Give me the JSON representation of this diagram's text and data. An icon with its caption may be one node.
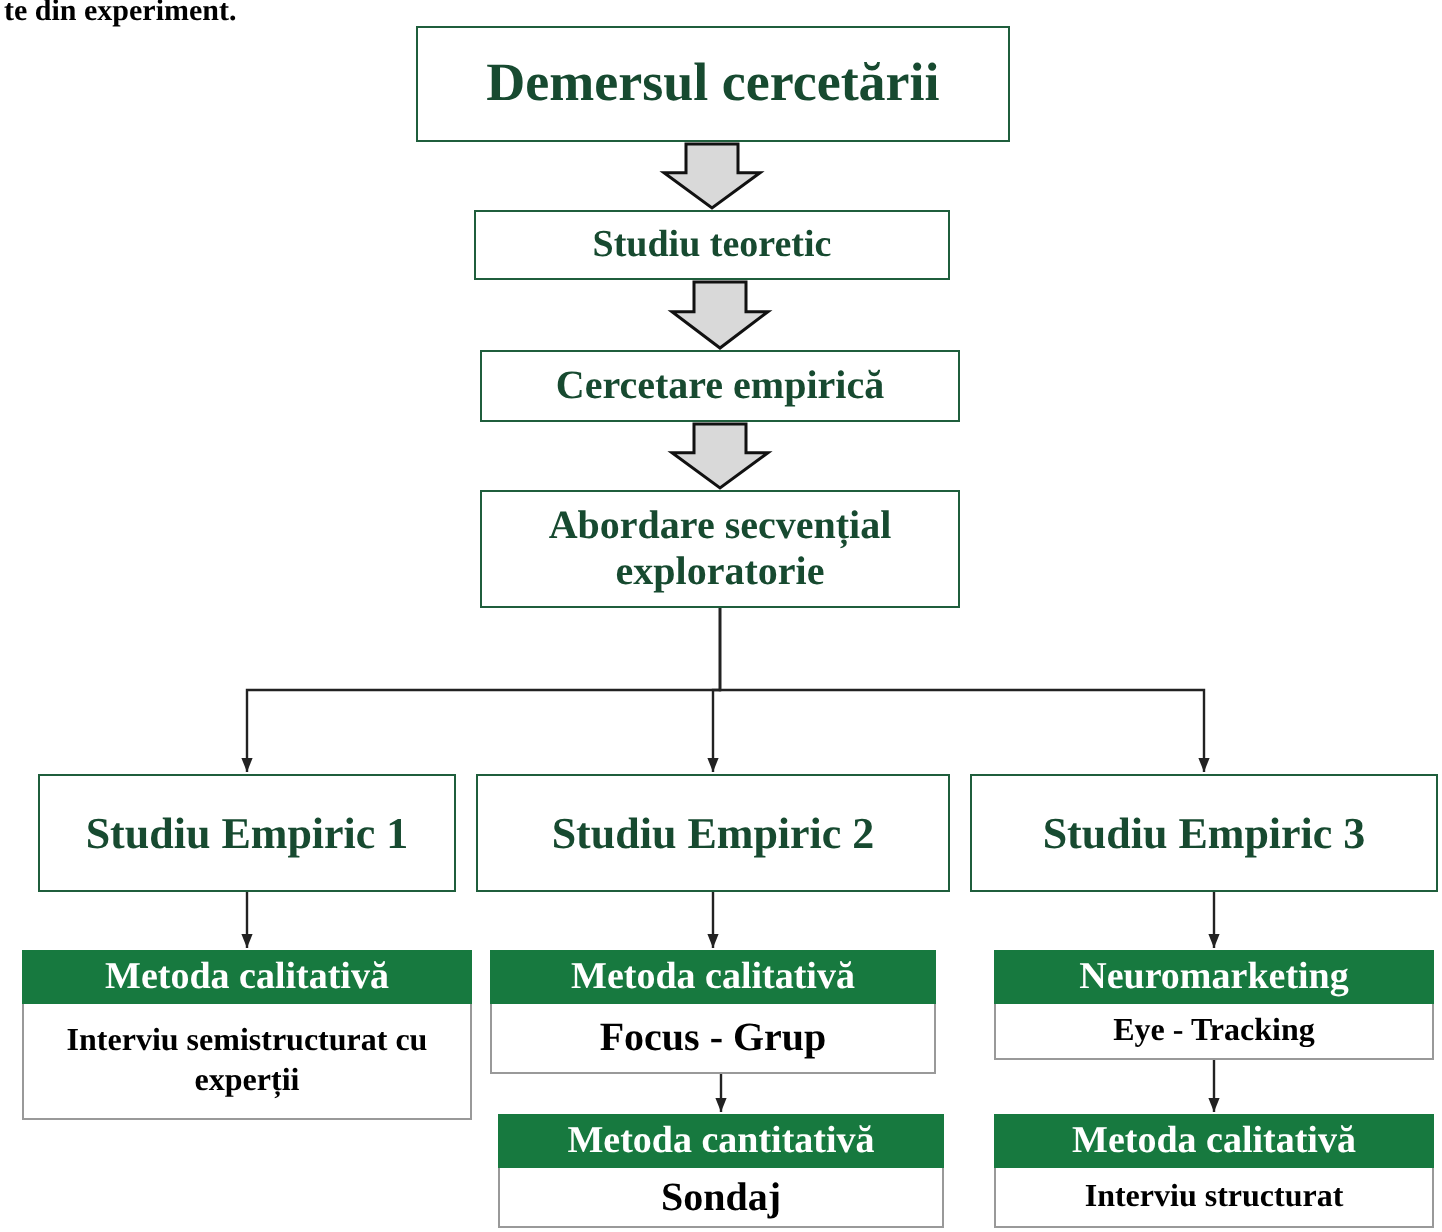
{
  "diagram": {
    "nodes": [
      {
        "text": [
          "Demersul cercetării"
        ]
      },
      {
        "text": [
          "Studiu teoretic"
        ]
      },
      {
        "text": [
          "Cercetare empirică"
        ]
      },
      {
        "text": [
          "Abordare secvențial exploratorie"
        ]
      },
      {
        "text": [
          "Studiu Empiric 1"
        ]
      },
      {
        "text": [
          "Studiu Empiric 2"
        ]
      },
      {
        "text": [
          "Studiu Empiric 3"
        ]
      },
      {
        "text": [
          "Metoda calitativă",
          "Interviu semistructurat cu experții"
        ]
      },
      {
        "text": [
          "Metoda calitativă",
          "Focus - Grup"
        ]
      },
      {
        "text": [
          "Metoda cantitativă",
          "Sondaj"
        ]
      },
      {
        "text": [
          "Neuromarketing",
          "Eye - Tracking"
        ]
      },
      {
        "text": [
          "Metoda calitativă",
          "Interviu structurat"
        ]
      }
    ],
    "edges": [
      {
        "from": 0,
        "to": 1,
        "arrow": "to",
        "style": "thick"
      },
      {
        "from": 1,
        "to": 2,
        "arrow": "to",
        "style": "thick"
      },
      {
        "from": 2,
        "to": 3,
        "arrow": "to",
        "style": "thick"
      },
      {
        "from": 3,
        "to": 4,
        "arrow": "to"
      },
      {
        "from": 3,
        "to": 5,
        "arrow": "to"
      },
      {
        "from": 3,
        "to": 6,
        "arrow": "to"
      },
      {
        "from": 4,
        "to": 7,
        "arrow": "to"
      },
      {
        "from": 5,
        "to": 8,
        "arrow": "to"
      },
      {
        "from": 8,
        "to": 9,
        "arrow": "to"
      },
      {
        "from": 6,
        "to": 10,
        "arrow": "to"
      },
      {
        "from": 10,
        "to": 11,
        "arrow": "to"
      }
    ],
    "labels": [
      "te din experiment."
    ]
  }
}
